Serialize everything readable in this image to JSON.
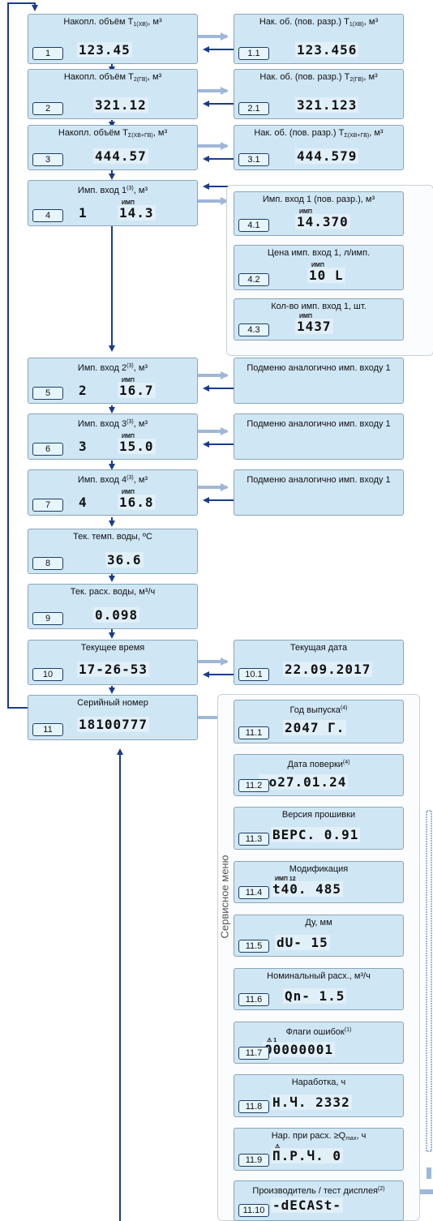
{
  "side_label": "Сервисное меню",
  "items": {
    "m1": {
      "title_a": "Накопл. объём Т",
      "sub": "1(ХВ)",
      "title_b": ", м³",
      "lcd": "123.45",
      "index": "1"
    },
    "m1_1": {
      "title_a": "Нак. об. (пов. разр.) Т",
      "sub": "1(ХВ)",
      "title_b": ", м³",
      "lcd": "123.456",
      "index": "1.1"
    },
    "m2": {
      "title_a": "Накопл. объём Т",
      "sub": "2(ГВ)",
      "title_b": ", м³",
      "lcd": "321.12",
      "index": "2"
    },
    "m2_1": {
      "title_a": "Нак. об. (пов. разр.) Т",
      "sub": "2(ГВ)",
      "title_b": ", м³",
      "lcd": "321.123",
      "index": "2.1"
    },
    "m3": {
      "title_a": "Накопл. объём Т",
      "sub": "Σ(ХВ+ГВ)",
      "title_b": ", м³",
      "lcd": "444.57",
      "index": "3"
    },
    "m3_1": {
      "title_a": "Нак. об. (пов. разр.) Т",
      "sub": "Σ(ХВ+ГВ)",
      "title_b": ", м³",
      "lcd": "444.579",
      "index": "3.1"
    },
    "m4": {
      "title_a": "Имп. вход 1",
      "sup": "(3)",
      "title_b": ", м³",
      "lcd": "14.3",
      "lcd_left": "1",
      "mini": "ИМП",
      "index": "4"
    },
    "m4_1": {
      "title_a": "Имп. вход 1 (пов. разр.), м³",
      "lcd": "14.370",
      "mini": "ИМП",
      "index": "4.1"
    },
    "m4_2": {
      "title_a": "Цена имп. вход 1, л/имп.",
      "lcd": "10 L",
      "mini": "ИМП",
      "index": "4.2"
    },
    "m4_3": {
      "title_a": "Кол-во имп. вход 1, шт.",
      "lcd": "1437",
      "mini": "ИМП",
      "index": "4.3"
    },
    "m5": {
      "title_a": "Имп. вход 2",
      "sup": "(3)",
      "title_b": ", м³",
      "lcd": "16.7",
      "lcd_left": "2",
      "mini": "ИМП",
      "index": "5"
    },
    "m5_1": {
      "note": "Подменю аналогично имп. входу 1"
    },
    "m6": {
      "title_a": "Имп. вход 3",
      "sup": "(3)",
      "title_b": ", м³",
      "lcd": "15.0",
      "lcd_left": "3",
      "mini": "ИМП",
      "index": "6"
    },
    "m6_1": {
      "note": "Подменю аналогично имп. входу 1"
    },
    "m7": {
      "title_a": "Имп. вход 4",
      "sup": "(3)",
      "title_b": ", м³",
      "lcd": "16.8",
      "lcd_left": "4",
      "mini": "ИМП",
      "index": "7"
    },
    "m7_1": {
      "note": "Подменю аналогично имп. входу 1"
    },
    "m8": {
      "title_a": "Тек. темп. воды, ºС",
      "lcd": "36.6",
      "index": "8"
    },
    "m9": {
      "title_a": "Тек. расх. воды, м³/ч",
      "lcd": "0.098",
      "index": "9"
    },
    "m10": {
      "title_a": "Текущее время",
      "lcd": "17-26-53",
      "index": "10"
    },
    "m10_1": {
      "title_a": "Текущая дата",
      "lcd": "22.09.2017",
      "index": "10.1"
    },
    "m11": {
      "title_a": "Серийный номер",
      "lcd": "18100777",
      "index": "11"
    },
    "s1": {
      "title_a": "Год выпуска",
      "sup": "(4)",
      "lcd": "2047 Г.",
      "index": "11.1"
    },
    "s2": {
      "title_a": "Дата поверки",
      "sup": "(4)",
      "lcd": "до27.01.24",
      "index": "11.2"
    },
    "s3": {
      "title_a": "Версия прошивки",
      "lcd": "ВЕРС. 0.91",
      "index": "11.3"
    },
    "s4": {
      "title_a": "Модификация",
      "lcd": "t40.  485",
      "mini": "ИМП 12",
      "index": "11.4"
    },
    "s5": {
      "title_a": "Ду, мм",
      "lcd": "dU- 15",
      "index": "11.5"
    },
    "s6": {
      "title_a": "Номинальный расх., м³/ч",
      "lcd": "Qn- 1.5",
      "index": "11.6"
    },
    "s7": {
      "title_a": "Флаги ошибок",
      "sup": "(1)",
      "lcd": "00000001",
      "mini": "⚠ 1",
      "index": "11.7"
    },
    "s8": {
      "title_a": "Наработка, ч",
      "lcd": "Н.Ч.  2332",
      "index": "11.8"
    },
    "s9": {
      "title_a": "Нар. при расх. ≥Q",
      "sub": "max",
      "title_b": ", ч",
      "lcd": "П.Р.Ч.    0",
      "mini": "⚠",
      "index": "11.9"
    },
    "s10": {
      "title_a": "Производитель / тест дисплея",
      "sup": "(2)",
      "lcd": "-dECASt-",
      "index": "11.10"
    }
  }
}
